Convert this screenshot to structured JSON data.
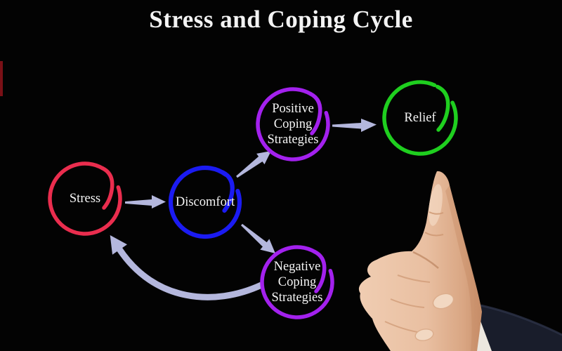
{
  "title": "Stress and Coping Cycle",
  "diagram_type": "cycle-flowchart",
  "arrow_color": "#b4b7dd",
  "nodes": {
    "stress": {
      "label": "Stress",
      "lines": [
        "Stress"
      ],
      "color": "#ea2d4e"
    },
    "discomfort": {
      "label": "Discomfort",
      "lines": [
        "Discomfort"
      ],
      "color": "#1b1bf2"
    },
    "positive": {
      "label": "Positive Coping Strategies",
      "lines": [
        "Positive",
        "Coping",
        "Strategies"
      ],
      "color": "#a321ee"
    },
    "relief": {
      "label": "Relief",
      "lines": [
        "Relief"
      ],
      "color": "#1fcf1f"
    },
    "negative": {
      "label": "Negative Coping Strategies",
      "lines": [
        "Negative",
        "Coping",
        "Strategies"
      ],
      "color": "#a321ee"
    }
  },
  "edges": [
    {
      "from": "Stress",
      "to": "Discomfort",
      "style": "straight"
    },
    {
      "from": "Discomfort",
      "to": "Positive Coping Strategies",
      "style": "straight"
    },
    {
      "from": "Positive Coping Strategies",
      "to": "Relief",
      "style": "straight"
    },
    {
      "from": "Discomfort",
      "to": "Negative Coping Strategies",
      "style": "straight"
    },
    {
      "from": "Negative Coping Strategies",
      "to": "Stress",
      "style": "curved"
    }
  ],
  "decor": {
    "left_edge_mark_color": "#7a1016",
    "background_color": "#030303",
    "hand_description": "photo of hand with index finger pointing up, dark suit sleeve and white shirt cuff, bottom right"
  }
}
